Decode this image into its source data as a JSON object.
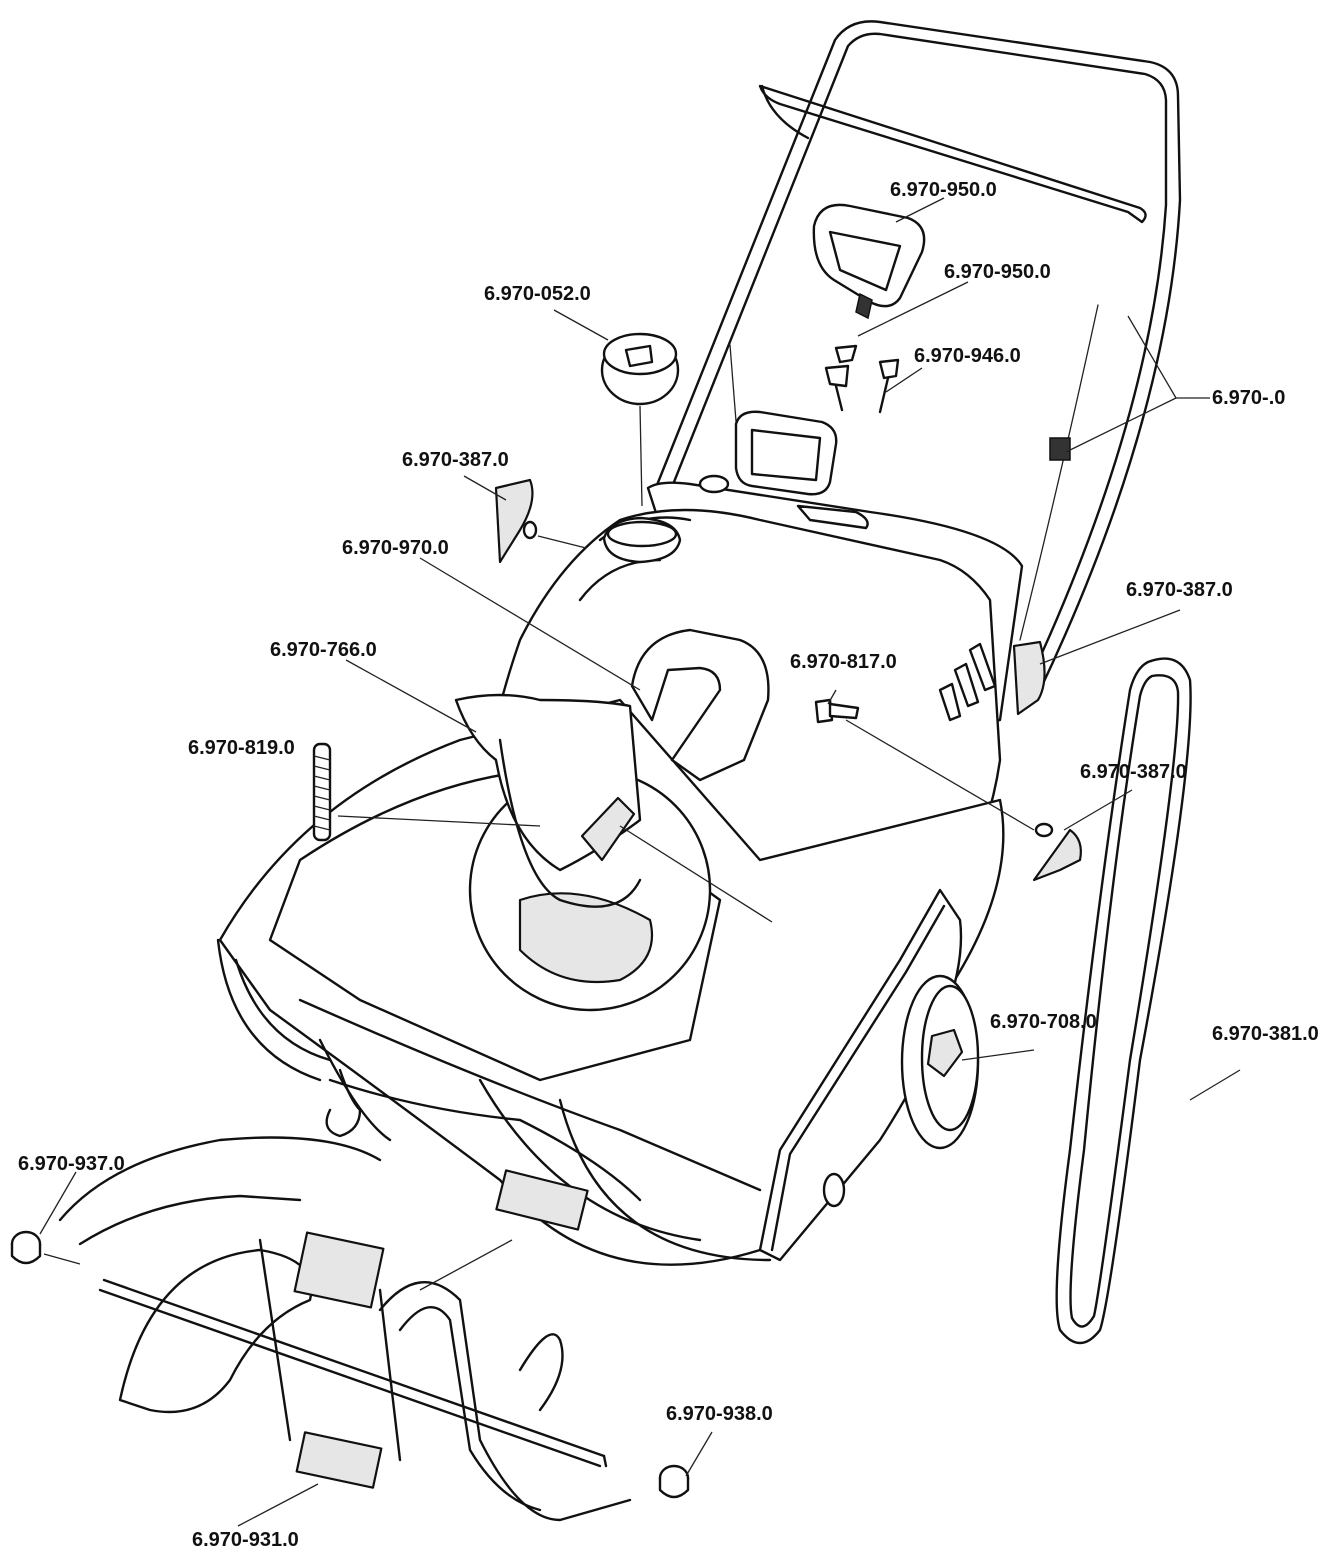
{
  "labels": {
    "handle_top": "6.970-950.0",
    "handle_mid": "6.970-950.0",
    "cap": "6.970-052.0",
    "bolt_right": "6.970-946.0",
    "cable": "6.970-.0",
    "knob_left": "6.970-387.0",
    "chute_crank": "6.970-970.0",
    "knob_right_top": "6.970-387.0",
    "chute": "6.970-766.0",
    "bolt_center": "6.970-817.0",
    "spring": "6.970-819.0",
    "knob_right_bottom": "6.970-387.0",
    "wheel": "6.970-708.0",
    "belt": "6.970-381.0",
    "bushing_left": "6.970-937.0",
    "bushing_right": "6.970-938.0",
    "auger": "6.970-931.0"
  }
}
